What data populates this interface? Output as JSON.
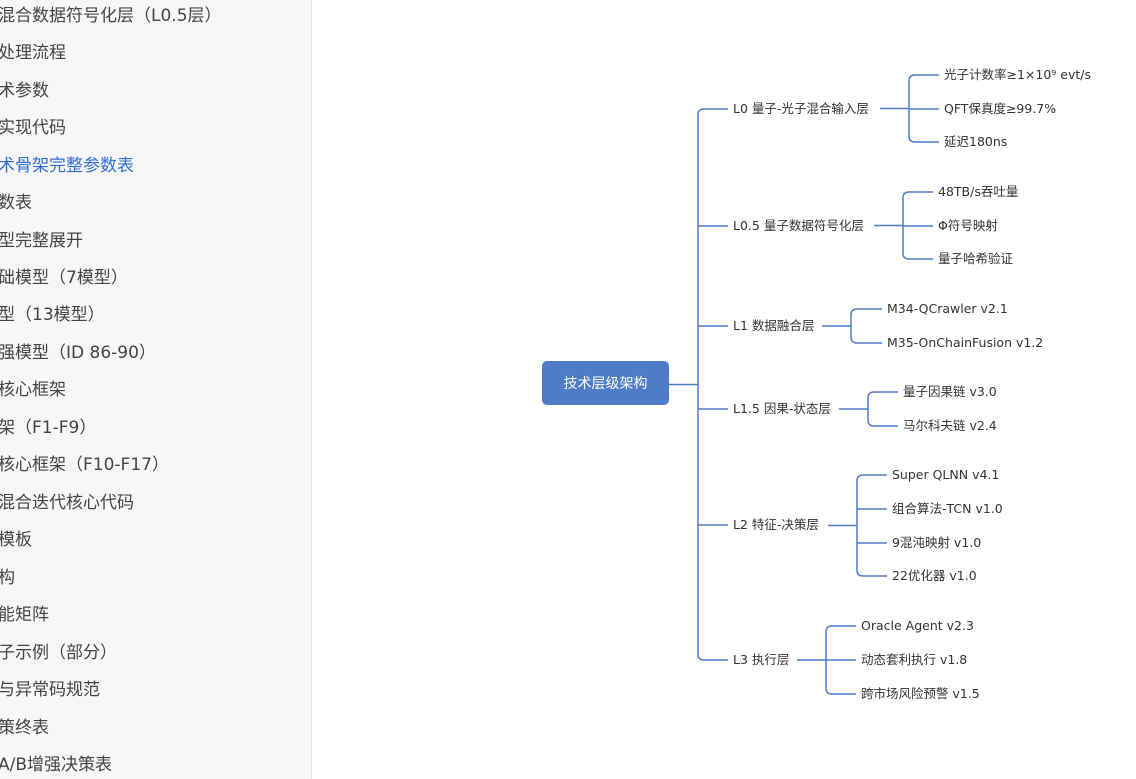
{
  "sidebar": {
    "items": [
      {
        "label": "混合数据符号化层（L0.5层）"
      },
      {
        "label": "处理流程"
      },
      {
        "label": "术参数"
      },
      {
        "label": "实现代码"
      },
      {
        "label": "术骨架完整参数表",
        "active": true
      },
      {
        "label": "数表"
      },
      {
        "label": "型完整展开"
      },
      {
        "label": "础模型（7模型）"
      },
      {
        "label": "型（13模型）"
      },
      {
        "label": "强模型（ID 86-90）"
      },
      {
        "label": "核心框架"
      },
      {
        "label": "架（F1-F9）"
      },
      {
        "label": "核心框架（F10-F17）"
      },
      {
        "label": "混合迭代核心代码"
      },
      {
        "label": "模板"
      },
      {
        "label": "构"
      },
      {
        "label": "能矩阵"
      },
      {
        "label": "子示例（部分）"
      },
      {
        "label": "与异常码规范"
      },
      {
        "label": "策终表"
      },
      {
        "label": "A/B增强决策表"
      }
    ]
  },
  "mindmap": {
    "root": "技术层级架构",
    "line_color": "#4e7cc7",
    "branches": [
      {
        "label": "L0 量子-光子混合输入层",
        "children": [
          "光子计数率≥1×10⁹ evt/s",
          "QFT保真度≥99.7%",
          "延迟180ns"
        ]
      },
      {
        "label": "L0.5 量子数据符号化层",
        "children": [
          "48TB/s吞吐量",
          "Φ符号映射",
          "量子哈希验证"
        ]
      },
      {
        "label": "L1 数据融合层",
        "children": [
          "M34-QCrawler v2.1",
          "M35-OnChainFusion v1.2"
        ]
      },
      {
        "label": "L1.5 因果-状态层",
        "children": [
          "量子因果链 v3.0",
          "马尔科夫链 v2.4"
        ]
      },
      {
        "label": "L2 特征-决策层",
        "children": [
          "Super QLNN v4.1",
          "组合算法-TCN v1.0",
          "9混沌映射 v1.0",
          "22优化器 v1.0"
        ]
      },
      {
        "label": "L3 执行层",
        "children": [
          "Oracle Agent v2.3",
          "动态套利执行 v1.8",
          "跨市场风险预警 v1.5"
        ]
      }
    ]
  }
}
